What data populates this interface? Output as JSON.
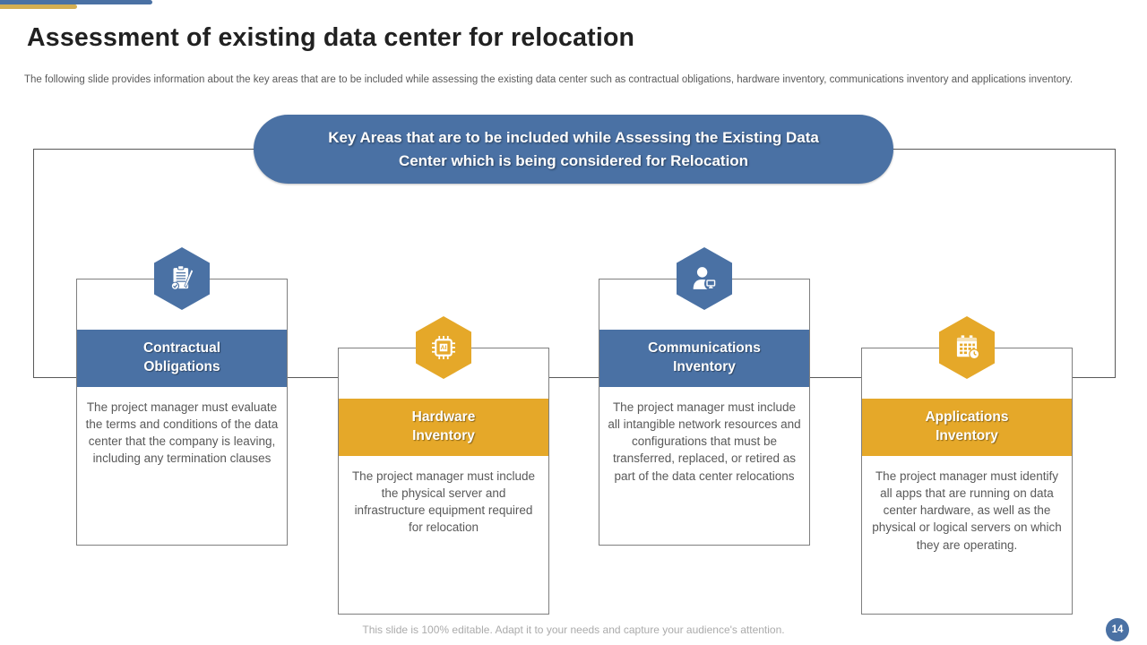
{
  "slide": {
    "title": "Assessment of existing data center for relocation",
    "subtitle": "The following slide provides information about the key areas that are to be included while assessing the existing data center such as contractual obligations, hardware inventory, communications inventory and applications inventory.",
    "banner_text": "Key Areas that are to be included while Assessing the Existing Data Center which is being considered for Relocation",
    "footer_note": "This slide is 100% editable. Adapt it to your needs and capture your audience's attention.",
    "page_number": "14"
  },
  "colors": {
    "primary_blue": "#4A71A4",
    "primary_gold": "#E5A829",
    "accent_bar_gold": "#D4AE52",
    "frame_line": "#595959",
    "body_text": "#595959",
    "footer_text": "#ABABAB"
  },
  "cards": [
    {
      "icon": "contract-document-icon",
      "accent": "blue",
      "title_line1": "Contractual",
      "title_line2": "Obligations",
      "body": "The project manager must evaluate the terms and conditions of the data center that the company is leaving, including any termination clauses"
    },
    {
      "icon": "ai-chip-icon",
      "accent": "gold",
      "title_line1": "Hardware",
      "title_line2": "Inventory",
      "body": "The project manager must include the physical server and infrastructure equipment required for relocation"
    },
    {
      "icon": "user-monitor-icon",
      "accent": "blue",
      "title_line1": "Communications",
      "title_line2": "Inventory",
      "body": "The project manager must include all intangible network resources and configurations that must be transferred, replaced, or retired as part of the data center relocations"
    },
    {
      "icon": "calendar-clock-icon",
      "accent": "gold",
      "title_line1": "Applications",
      "title_line2": "Inventory",
      "body": "The project manager must identify all apps that are running on data center hardware, as well as the physical or logical servers on which they are operating."
    }
  ]
}
